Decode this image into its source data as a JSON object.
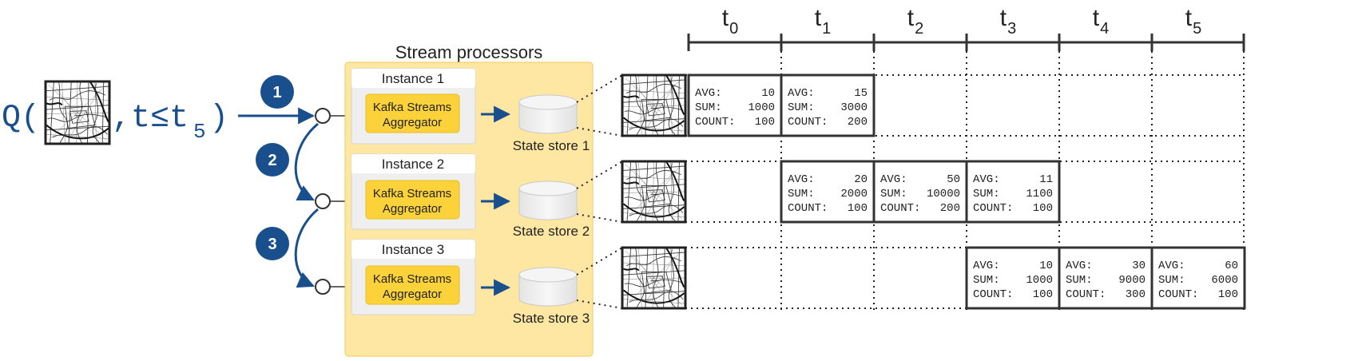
{
  "query": {
    "prefix": "Q(",
    "suffix": ",t≤t",
    "subscript": "5",
    "close": ")",
    "map_icon": "map-tile-icon"
  },
  "steps": [
    "1",
    "2",
    "3"
  ],
  "stream_processors": {
    "title": "Stream processors",
    "instances": [
      {
        "name": "Instance 1",
        "aggregator_line1": "Kafka Streams",
        "aggregator_line2": "Aggregator",
        "store_label": "State store 1"
      },
      {
        "name": "Instance 2",
        "aggregator_line1": "Kafka Streams",
        "aggregator_line2": "Aggregator",
        "store_label": "State store 2"
      },
      {
        "name": "Instance 3",
        "aggregator_line1": "Kafka Streams",
        "aggregator_line2": "Aggregator",
        "store_label": "State store 3"
      }
    ]
  },
  "timeline": {
    "base": "t",
    "subscripts": [
      "0",
      "1",
      "2",
      "3",
      "4",
      "5"
    ]
  },
  "windows": {
    "labels": [
      "AVG:",
      "SUM:",
      "COUNT:"
    ],
    "rows": [
      [
        {
          "slot": 0,
          "avg": "10",
          "sum": "1000",
          "count": "100"
        },
        {
          "slot": 1,
          "avg": "15",
          "sum": "3000",
          "count": "200"
        }
      ],
      [
        {
          "slot": 1,
          "avg": "20",
          "sum": "2000",
          "count": "100"
        },
        {
          "slot": 2,
          "avg": "50",
          "sum": "10000",
          "count": "200"
        },
        {
          "slot": 3,
          "avg": "11",
          "sum": "1100",
          "count": "100"
        }
      ],
      [
        {
          "slot": 3,
          "avg": "10",
          "sum": "1000",
          "count": "100"
        },
        {
          "slot": 4,
          "avg": "30",
          "sum": "9000",
          "count": "300"
        },
        {
          "slot": 5,
          "avg": "60",
          "sum": "6000",
          "count": "100"
        }
      ]
    ]
  },
  "colors": {
    "blue": "#1a4f8e",
    "panel": "#fde7a2",
    "panel_border": "#f2c95a",
    "aggregator": "#fbd23a",
    "instance_bg": "#efefef",
    "text": "#222222"
  }
}
